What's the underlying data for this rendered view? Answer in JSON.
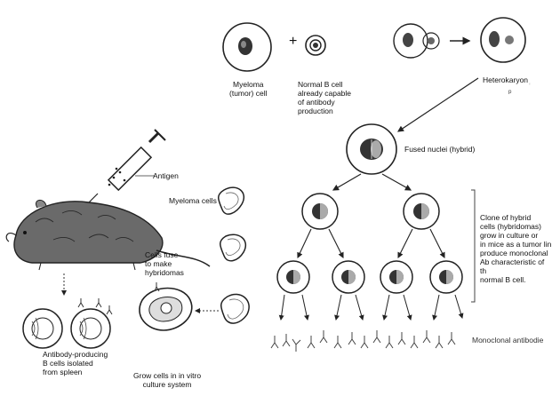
{
  "labels": {
    "antigen": "Antigen",
    "myeloma_tumor_cell": "Myeloma\n(tumor) cell",
    "plus": "+",
    "normal_b_cell": "Normal B cell\nalready capable\nof antibody\nproduction",
    "heterokaryon": "Heterokaryon",
    "fused_nuclei": "Fused nuclei (hybrid)",
    "myeloma_cells": "Myeloma cells",
    "cells_fuse": "Cells fuse\nto make\nhybridomas",
    "clone_text": "Clone of hybrid\ncells (hybridomas)\ngrow in culture or\nin mice as a tumor lin\nproduce monoclonal\nAb characteristic of th\nnormal B cell.",
    "monoclonal_antibodies": "Monoclonal antibodie",
    "antibody_b_cells": "Antibody-producing\nB cells isolated\nfrom spleen",
    "grow_cells": "Grow cells in in vitro\nculture system"
  },
  "colors": {
    "ink": "#1a1a1a",
    "gray": "#555555",
    "page": "#ffffff"
  }
}
